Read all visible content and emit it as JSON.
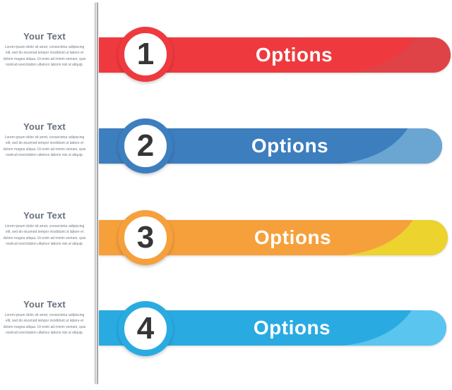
{
  "canvas": {
    "background": "#ffffff"
  },
  "divider": {
    "color_left": "#a6a6a6",
    "color_mid": "#f4f4f4",
    "color_right": "#7d7d7d"
  },
  "rows": [
    {
      "number": "1",
      "label": "Options",
      "side_heading": "Your Text",
      "side_body": "Lorem ipsum dolor sit amet, consectetur adipiscing elit, sed do eiusmod tempor incididunt ut labore et dolore magna aliqua. Ut enim ad minim veniam, quis nostrud exercitation ullamco laboris nisi ut aliquip.",
      "bar_color": "#ee3a3e",
      "swoosh_color": "#df4347",
      "label_color": "#ffffff",
      "number_color": "#363636"
    },
    {
      "number": "2",
      "label": "Options",
      "side_heading": "Your Text",
      "side_body": "Lorem ipsum dolor sit amet, consectetur adipiscing elit, sed do eiusmod tempor incididunt ut labore et dolore magna aliqua. Ut enim ad minim veniam, quis nostrud exercitation ullamco laboris nisi ut aliquip.",
      "bar_color": "#3d7ebf",
      "swoosh_color": "#6ba6d2",
      "label_color": "#ffffff",
      "number_color": "#363636"
    },
    {
      "number": "3",
      "label": "Options",
      "side_heading": "Your Text",
      "side_body": "Lorem ipsum dolor sit amet, consectetur adipiscing elit, sed do eiusmod tempor incididunt ut labore et dolore magna aliqua. Ut enim ad minim veniam, quis nostrud exercitation ullamco laboris nisi ut aliquip.",
      "bar_color": "#f6a03c",
      "swoosh_color": "#ecd32e",
      "label_color": "#ffffff",
      "number_color": "#363636"
    },
    {
      "number": "4",
      "label": "Options",
      "side_heading": "Your Text",
      "side_body": "Lorem ipsum dolor sit amet, consectetur adipiscing elit, sed do eiusmod tempor incididunt ut labore et dolore magna aliqua. Ut enim ad minim veniam, quis nostrud exercitation ullamco laboris nisi ut aliquip.",
      "bar_color": "#29abe2",
      "swoosh_color": "#5ac5ee",
      "label_color": "#ffffff",
      "number_color": "#363636"
    }
  ]
}
